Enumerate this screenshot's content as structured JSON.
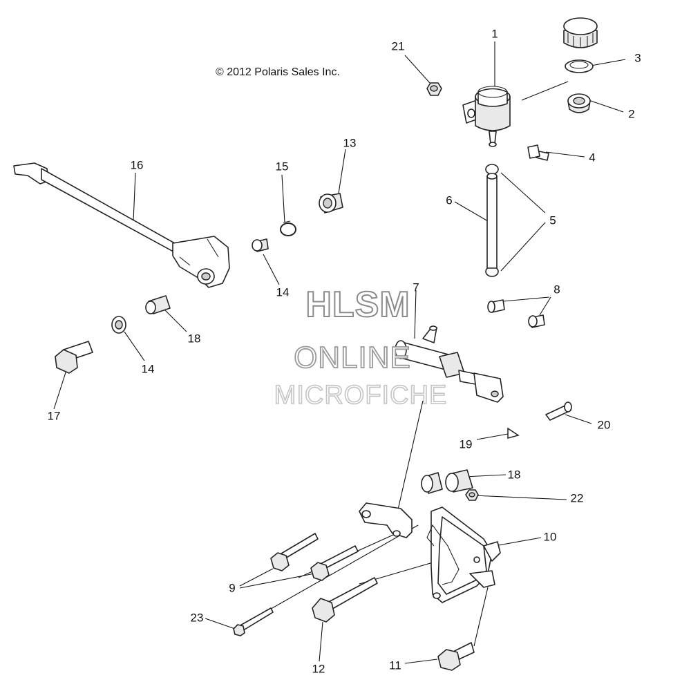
{
  "copyright": "© 2012 Polaris Sales Inc.",
  "watermark": {
    "line1": "HLSM",
    "line2": "ONLINE",
    "line3": "MICROFICHE"
  },
  "callouts": {
    "c1": "1",
    "c2": "2",
    "c3": "3",
    "c4": "4",
    "c5": "5",
    "c6": "6",
    "c7": "7",
    "c8": "8",
    "c9": "9",
    "c10": "10",
    "c11": "11",
    "c12": "12",
    "c13": "13",
    "c14a": "14",
    "c14b": "14",
    "c15": "15",
    "c16": "16",
    "c17": "17",
    "c18a": "18",
    "c18b": "18",
    "c19": "19",
    "c20": "20",
    "c21": "21",
    "c22": "22",
    "c23": "23"
  }
}
